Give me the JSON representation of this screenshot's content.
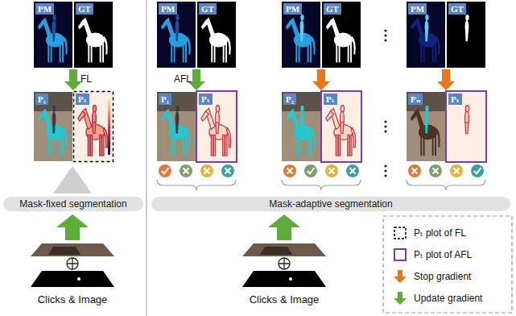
{
  "diagram": {
    "nodes": [
      {
        "text": [
          "Mask-fixed segmentation"
        ]
      },
      {
        "text": [
          "Mask-adaptive segmentation"
        ]
      }
    ],
    "labels": [
      "PM",
      "GT",
      "PM",
      "GT",
      "PM",
      "GT",
      "PM",
      "GT",
      "FL",
      "AFL",
      "P₁",
      "Pₜ",
      "P₁",
      "Pₜ",
      "P₂",
      "Pₜ",
      "Pₙ",
      "Pₜ",
      "Clicks & Image",
      "Clicks & Image"
    ],
    "legend": [
      {
        "text": "Pₜ plot of FL"
      },
      {
        "text": "Pₜ plot of AFL"
      },
      {
        "text": "Stop gradient"
      },
      {
        "text": "Update gradient"
      }
    ]
  }
}
